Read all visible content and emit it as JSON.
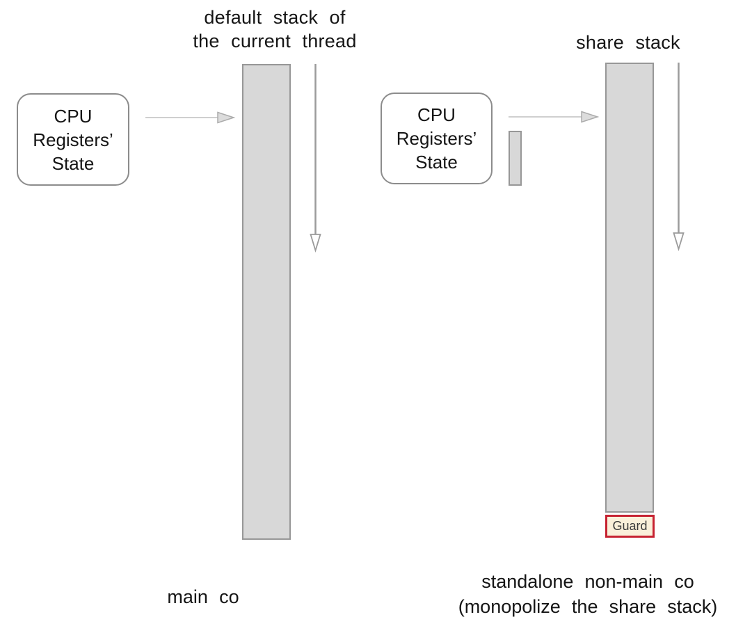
{
  "colors": {
    "stack-fill": "#d8d8d8",
    "stack-border": "#979797",
    "box-border": "#8c8c8c",
    "arrow-light": "#cfcfcf",
    "arrow-head-fill": "#dcdcdc",
    "arrow-head-stroke": "#ababab",
    "arrow-dark": "#9b9b9b",
    "guard-border": "#c62231",
    "guard-fill": "#faf0da",
    "text": "#151515"
  },
  "left": {
    "title_lines": [
      "default stack of",
      "the current thread"
    ],
    "cpu_box_lines": [
      "CPU",
      "Registers’",
      "State"
    ],
    "caption": "main co"
  },
  "right": {
    "title": "share stack",
    "cpu_box_lines": [
      "CPU",
      "Registers’",
      "State"
    ],
    "guard_label": "Guard",
    "caption_lines": [
      "standalone non-main co",
      "(monopolize the share stack)"
    ]
  }
}
